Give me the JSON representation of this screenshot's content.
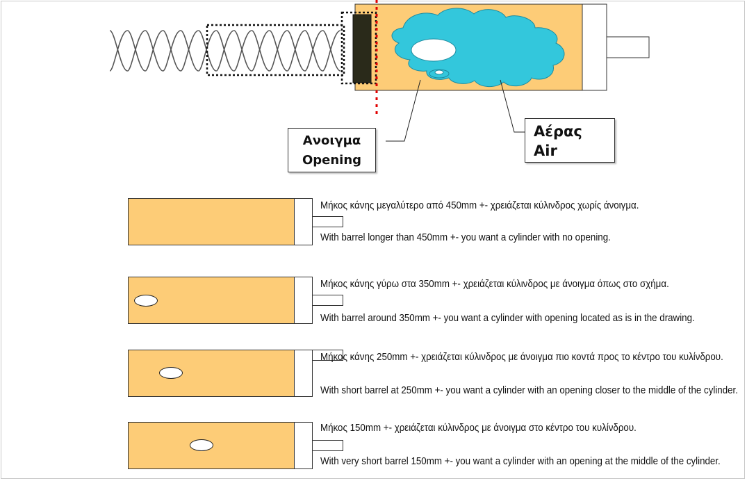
{
  "colors": {
    "cylinder_fill": "#fdcc77",
    "air_cloud": "#33c7dc",
    "red_line": "#e00000",
    "spring": "#555555",
    "piston_head": "#2a2a1a"
  },
  "top_diagram": {
    "opening_label": {
      "greek": "Ανοιγμα",
      "english": "Opening"
    },
    "air_label": {
      "greek": "Αέρας",
      "english": "Air"
    }
  },
  "rows": [
    {
      "greek": "Μήκος κάνης μεγαλύτερο από 450mm +- χρειάζεται κύλινδρος χωρίς άνοιγμα.",
      "english": "With barrel longer than 450mm +- you want a cylinder with no opening.",
      "opening_position": "none"
    },
    {
      "greek": "Μήκος κάνης γύρω στα 350mm +- χρειάζεται κύλινδρος με άνοιγμα όπως στο σχήμα.",
      "english": "With barrel around 350mm +- you want a cylinder with opening located as is in the drawing.",
      "opening_position": "rear"
    },
    {
      "greek": "Μήκος κάνης 250mm +- χρειάζεται κύλινδρος με άνοιγμα πιο κοντά προς το κέντρο του κυλίνδρου.",
      "english": "With short barrel at 250mm +- you want a cylinder with an opening closer to the middle of the cylinder.",
      "opening_position": "closer-to-middle"
    },
    {
      "greek": "Μήκος 150mm +- χρειάζεται κύλινδρος με άνοιγμα στο κέντρο του κυλίνδρου.",
      "english": "With very short barrel 150mm +- you want a cylinder with an opening at the middle of the cylinder.",
      "opening_position": "middle"
    }
  ]
}
